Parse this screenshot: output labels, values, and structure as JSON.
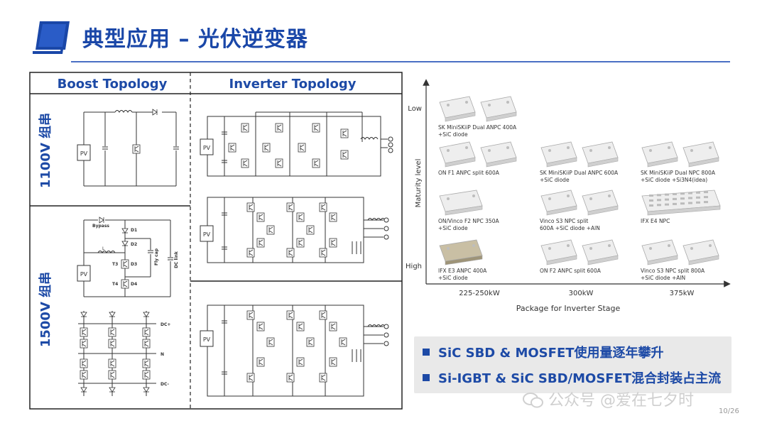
{
  "slide": {
    "title": "典型应用 – 光伏逆变器",
    "page_number": "10/26"
  },
  "left_panel": {
    "col_boost": "Boost Topology",
    "col_inverter": "Inverter Topology",
    "row_1100": "1100V 组串",
    "row_1500": "1500V 组串",
    "pv_label": "PV",
    "boost_1500_labels": {
      "bypass": "Bypass",
      "l": "L",
      "d1": "D1",
      "d2": "D2",
      "d3": "D3",
      "d4": "D4",
      "t3": "T3",
      "t4": "T4",
      "fly_cap": "Fly cap",
      "dc_link": "DC link"
    },
    "inverter_1500_labels": {
      "dc_plus": "DC+",
      "n": "N",
      "dc_minus": "DC-"
    }
  },
  "chart_data": {
    "type": "table",
    "ylabel": "Maturity level",
    "xlabel": "Package for Inverter Stage",
    "y_ticks": [
      "Low",
      "High"
    ],
    "x_ticks": [
      "225-250kW",
      "300kW",
      "375kW"
    ],
    "items": [
      {
        "label": "SK MiniSKiiP Dual ANPC 400A\n+SiC diode",
        "column": "225-250kW",
        "row": 1
      },
      {
        "label": "ON F1 ANPC split 600A",
        "column": "225-250kW",
        "row": 2
      },
      {
        "label": "ON/Vinco F2 NPC 350A\n+SiC diode",
        "column": "225-250kW",
        "row": 3
      },
      {
        "label": "IFX E3 ANPC 400A\n+SiC diode",
        "column": "225-250kW",
        "row": 4
      },
      {
        "label": "SK MiniSKiiP Dual ANPC 600A\n+SiC diode",
        "column": "300kW",
        "row": 2
      },
      {
        "label": "Vinco S3 NPC split\n600A +SiC diode +AlN",
        "column": "300kW",
        "row": 3
      },
      {
        "label": "ON F2 ANPC split 600A",
        "column": "300kW",
        "row": 4
      },
      {
        "label": "SK MiniSKiiP Dual NPC 800A\n+SiC diode +Si3N4(idea)",
        "column": "375kW",
        "row": 2
      },
      {
        "label": "IFX E4 NPC",
        "column": "375kW",
        "row": 3
      },
      {
        "label": "Vinco S3 NPC split 800A\n+SiC diode +AlN",
        "column": "375kW",
        "row": 4
      }
    ]
  },
  "bullets": [
    "SiC SBD & MOSFET使用量逐年攀升",
    "Si-IGBT & SiC SBD/MOSFET混合封装占主流"
  ],
  "watermark": "公众号 @爱在七夕时"
}
